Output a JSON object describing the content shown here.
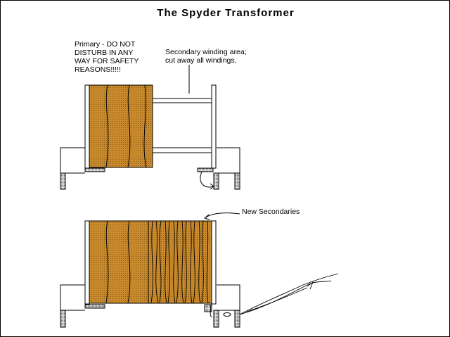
{
  "title": "The Spyder Transformer",
  "labels": {
    "primary_warning": "Primary - DO NOT\nDISTURB IN ANY\nWAY FOR SAFETY\nREASONS!!!!!",
    "secondary_area": "Secondary winding area;\ncut away all windings.",
    "new_secondaries": "New Secondaries"
  },
  "colors": {
    "winding_fill": "#c88a2c",
    "winding_outline": "#000000",
    "line": "#000000",
    "gray_pad": "#a8a8a8"
  }
}
